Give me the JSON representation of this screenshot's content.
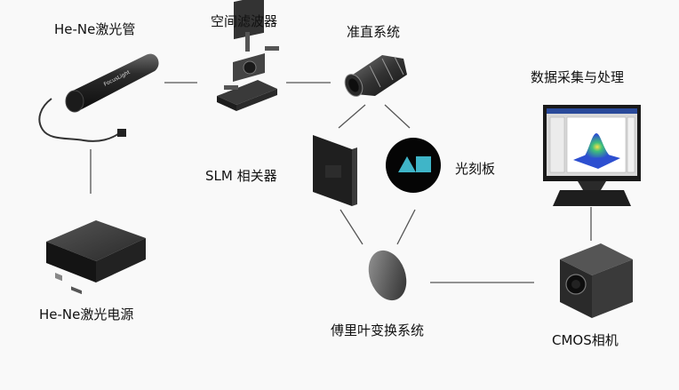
{
  "diagram": {
    "nodes": {
      "laser_tube": {
        "label": "He-Ne激光管",
        "logo_text": "FocusLight"
      },
      "spatial_filter": {
        "label": "空间滤波器"
      },
      "collimation": {
        "label": "准直系统"
      },
      "slm": {
        "label": "SLM 相关器"
      },
      "reticle": {
        "label": "光刻板"
      },
      "fourier_lens": {
        "label": "傅里叶变换系统"
      },
      "laser_power": {
        "label": "He-Ne激光电源"
      },
      "data_processing": {
        "label": "数据采集与处理"
      },
      "cmos_camera": {
        "label": "CMOS相机"
      }
    },
    "colors": {
      "line": "#555555",
      "device_dark": "#2a2a2a",
      "reticle_shape": "#3fb5c8",
      "plot_blue": "#2d4fd0"
    }
  }
}
